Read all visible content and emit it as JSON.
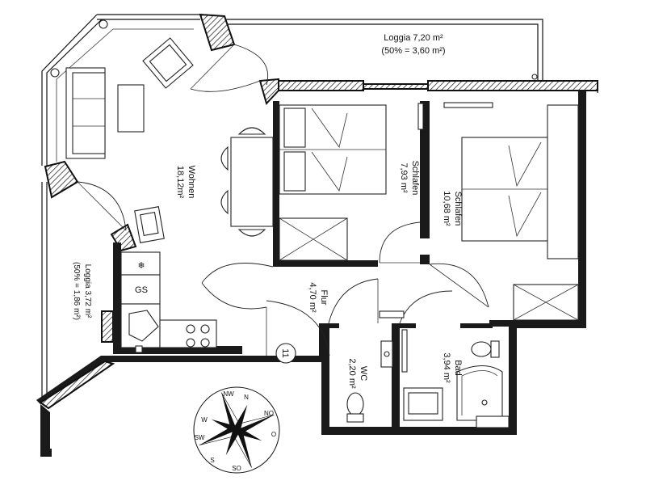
{
  "rooms": {
    "loggia_top": {
      "name": "Loggia 7,20 m²",
      "area": "(50% = 3,60 m²)"
    },
    "wohnen": {
      "name": "Wohnen",
      "area": "18,12m²"
    },
    "schlafen1": {
      "name": "Schlafen",
      "area": "7,93 m²"
    },
    "schlafen2": {
      "name": "Schlafen",
      "area": "10,68 m²"
    },
    "loggia_left": {
      "name": "Loggia 3,72 m²",
      "area": "(50% = 1,86 m²)"
    },
    "flur": {
      "name": "Flur",
      "area": "4,70 m²"
    },
    "wc": {
      "name": "WC",
      "area": "2,20 m²"
    },
    "bad": {
      "name": "Bad",
      "area": "3,94 m²"
    }
  },
  "appliances": {
    "fridge_symbol": "❄",
    "dishwasher": "GS"
  },
  "unit_number": "11",
  "compass": {
    "n": "N",
    "nw": "NW",
    "no": "NO",
    "w": "W",
    "o": "O",
    "sw": "SW",
    "so": "SO",
    "s": "S"
  },
  "colors": {
    "walls": "#1a1a1a",
    "background": "#ffffff"
  }
}
